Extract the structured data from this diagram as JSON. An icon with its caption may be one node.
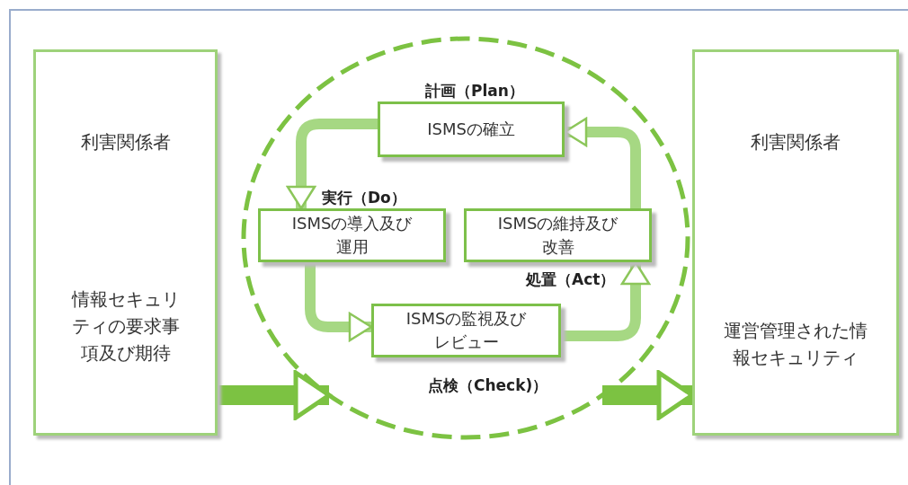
{
  "diagram": {
    "nodes": [
      {
        "text": [
          "利害関係者",
          "情報セキュリティの要求事項及び期待"
        ]
      },
      {
        "text": [],
        "shape": "circle"
      },
      {
        "text": [
          "ISMSの確立"
        ],
        "in": 1,
        "beside": [
          "計画（Plan）"
        ]
      },
      {
        "text": [
          "ISMSの導入及び運用"
        ],
        "in": 1,
        "beside": [
          "実行（Do）"
        ]
      },
      {
        "text": [
          "ISMSの維持及び改善"
        ],
        "in": 1,
        "beside": [
          "処置（Act）"
        ]
      },
      {
        "text": [
          "ISMSの監視及びレビュー"
        ],
        "in": 1,
        "beside": [
          "点検（Check)）"
        ]
      },
      {
        "text": [
          "利害関係者",
          "運営管理された情報セキュリティ"
        ]
      }
    ],
    "edges": [
      {
        "from": 0,
        "to": 1,
        "arrow": "to",
        "style": "thick"
      },
      {
        "from": 1,
        "to": 6,
        "arrow": "to",
        "style": "thick"
      },
      {
        "from": 2,
        "to": 3,
        "arrow": "to"
      },
      {
        "from": 3,
        "to": 5,
        "arrow": "to"
      },
      {
        "from": 5,
        "to": 4,
        "arrow": "to"
      },
      {
        "from": 4,
        "to": 2,
        "arrow": "to"
      }
    ]
  }
}
